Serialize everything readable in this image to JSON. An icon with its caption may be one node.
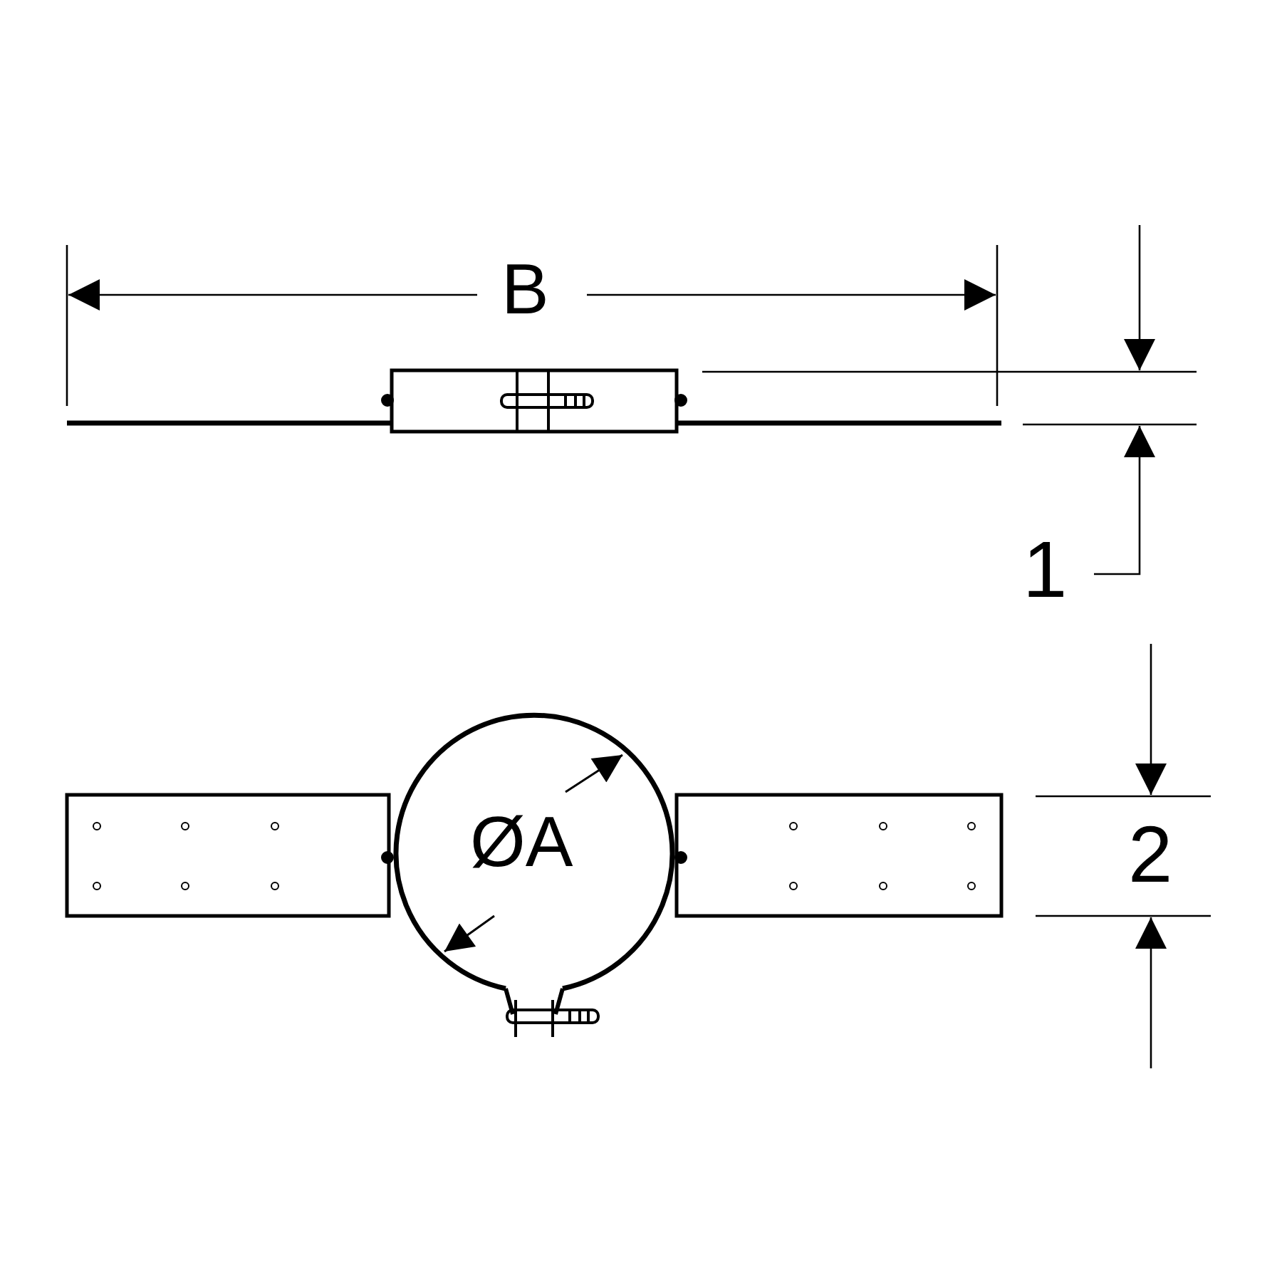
{
  "diagram": {
    "labels": [
      "B",
      "1",
      "ØA",
      "2"
    ]
  }
}
